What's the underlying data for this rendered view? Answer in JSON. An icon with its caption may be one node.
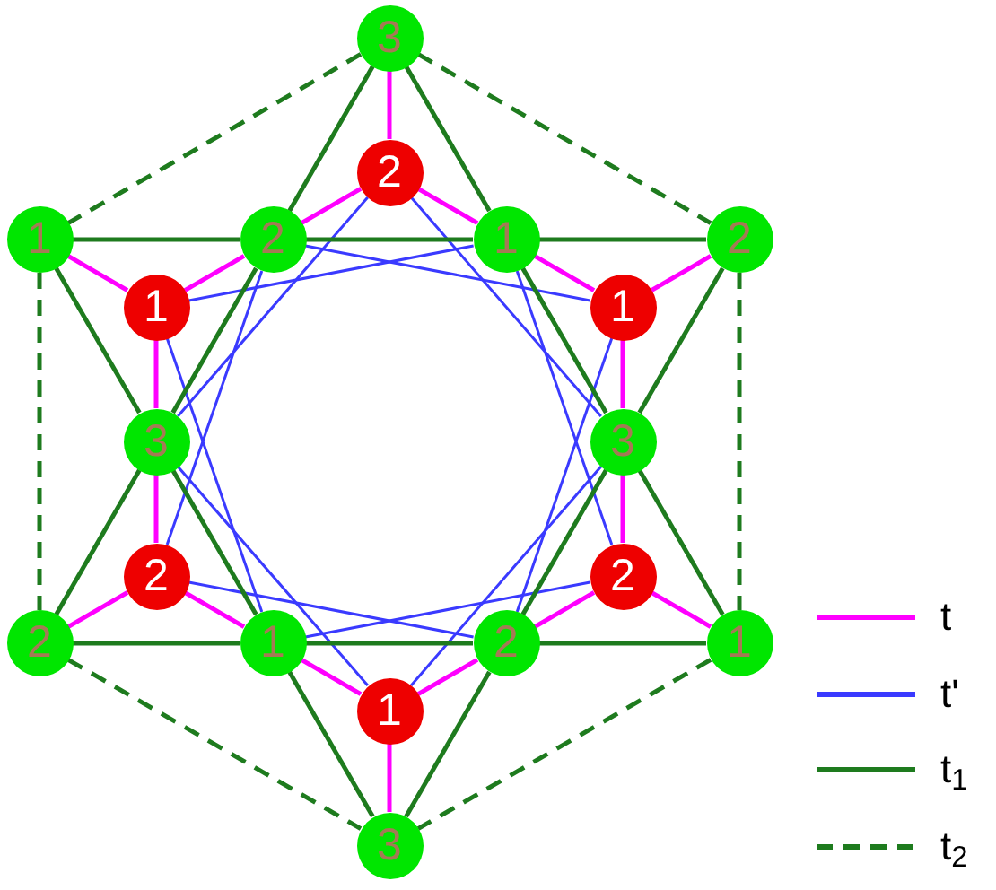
{
  "diagram": {
    "nodes": [
      {
        "text": [
          "3"
        ]
      },
      {
        "text": [
          "2"
        ]
      },
      {
        "text": [
          "1"
        ]
      },
      {
        "text": [
          "2"
        ]
      },
      {
        "text": [
          "1"
        ]
      },
      {
        "text": [
          "2"
        ]
      },
      {
        "text": [
          "1"
        ]
      },
      {
        "text": [
          "1"
        ]
      },
      {
        "text": [
          "3"
        ]
      },
      {
        "text": [
          "3"
        ]
      },
      {
        "text": [
          "2"
        ]
      },
      {
        "text": [
          "2"
        ]
      },
      {
        "text": [
          "2"
        ]
      },
      {
        "text": [
          "1"
        ]
      },
      {
        "text": [
          "2"
        ]
      },
      {
        "text": [
          "1"
        ]
      },
      {
        "text": [
          "1"
        ]
      },
      {
        "text": [
          "3"
        ]
      }
    ],
    "edges": [
      {
        "from": 0,
        "to": 1,
        "arrow": "none",
        "color": "#ff00ff"
      },
      {
        "from": 1,
        "to": 3,
        "arrow": "none",
        "color": "#ff00ff"
      },
      {
        "from": 1,
        "to": 4,
        "arrow": "none",
        "color": "#ff00ff"
      },
      {
        "from": 2,
        "to": 6,
        "arrow": "none",
        "color": "#ff00ff"
      },
      {
        "from": 6,
        "to": 3,
        "arrow": "none",
        "color": "#ff00ff"
      },
      {
        "from": 6,
        "to": 8,
        "arrow": "none",
        "color": "#ff00ff"
      },
      {
        "from": 8,
        "to": 10,
        "arrow": "none",
        "color": "#ff00ff"
      },
      {
        "from": 10,
        "to": 12,
        "arrow": "none",
        "color": "#ff00ff"
      },
      {
        "from": 10,
        "to": 13,
        "arrow": "none",
        "color": "#ff00ff"
      },
      {
        "from": 13,
        "to": 16,
        "arrow": "none",
        "color": "#ff00ff"
      },
      {
        "from": 16,
        "to": 14,
        "arrow": "none",
        "color": "#ff00ff"
      },
      {
        "from": 16,
        "to": 17,
        "arrow": "none",
        "color": "#ff00ff"
      },
      {
        "from": 14,
        "to": 11,
        "arrow": "none",
        "color": "#ff00ff"
      },
      {
        "from": 11,
        "to": 15,
        "arrow": "none",
        "color": "#ff00ff"
      },
      {
        "from": 11,
        "to": 9,
        "arrow": "none",
        "color": "#ff00ff"
      },
      {
        "from": 9,
        "to": 7,
        "arrow": "none",
        "color": "#ff00ff"
      },
      {
        "from": 7,
        "to": 4,
        "arrow": "none",
        "color": "#ff00ff"
      },
      {
        "from": 7,
        "to": 5,
        "arrow": "none",
        "color": "#ff00ff"
      },
      {
        "from": 1,
        "to": 8,
        "arrow": "none",
        "color": "#3a3aff"
      },
      {
        "from": 8,
        "to": 16,
        "arrow": "none",
        "color": "#3a3aff"
      },
      {
        "from": 16,
        "to": 9,
        "arrow": "none",
        "color": "#3a3aff"
      },
      {
        "from": 9,
        "to": 1,
        "arrow": "none",
        "color": "#3a3aff"
      },
      {
        "from": 7,
        "to": 3,
        "arrow": "none",
        "color": "#3a3aff"
      },
      {
        "from": 3,
        "to": 10,
        "arrow": "none",
        "color": "#3a3aff"
      },
      {
        "from": 10,
        "to": 14,
        "arrow": "none",
        "color": "#3a3aff"
      },
      {
        "from": 14,
        "to": 7,
        "arrow": "none",
        "color": "#3a3aff"
      },
      {
        "from": 4,
        "to": 6,
        "arrow": "none",
        "color": "#3a3aff"
      },
      {
        "from": 6,
        "to": 13,
        "arrow": "none",
        "color": "#3a3aff"
      },
      {
        "from": 13,
        "to": 11,
        "arrow": "none",
        "color": "#3a3aff"
      },
      {
        "from": 11,
        "to": 4,
        "arrow": "none",
        "color": "#3a3aff"
      },
      {
        "from": 0,
        "to": 3,
        "arrow": "none"
      },
      {
        "from": 3,
        "to": 8,
        "arrow": "none"
      },
      {
        "from": 8,
        "to": 12,
        "arrow": "none"
      },
      {
        "from": 0,
        "to": 4,
        "arrow": "none"
      },
      {
        "from": 4,
        "to": 9,
        "arrow": "none"
      },
      {
        "from": 9,
        "to": 15,
        "arrow": "none"
      },
      {
        "from": 12,
        "to": 13,
        "arrow": "none"
      },
      {
        "from": 13,
        "to": 14,
        "arrow": "none"
      },
      {
        "from": 14,
        "to": 15,
        "arrow": "none"
      },
      {
        "from": 17,
        "to": 13,
        "arrow": "none"
      },
      {
        "from": 13,
        "to": 8,
        "arrow": "none"
      },
      {
        "from": 8,
        "to": 2,
        "arrow": "none"
      },
      {
        "from": 17,
        "to": 14,
        "arrow": "none"
      },
      {
        "from": 14,
        "to": 9,
        "arrow": "none"
      },
      {
        "from": 9,
        "to": 5,
        "arrow": "none"
      },
      {
        "from": 2,
        "to": 3,
        "arrow": "none"
      },
      {
        "from": 3,
        "to": 4,
        "arrow": "none"
      },
      {
        "from": 4,
        "to": 5,
        "arrow": "none"
      },
      {
        "from": 0,
        "to": 2,
        "arrow": "none",
        "style": "dashed"
      },
      {
        "from": 0,
        "to": 5,
        "arrow": "none",
        "style": "dashed"
      },
      {
        "from": 2,
        "to": 12,
        "arrow": "none",
        "style": "dashed"
      },
      {
        "from": 5,
        "to": 15,
        "arrow": "none",
        "style": "dashed"
      },
      {
        "from": 12,
        "to": 17,
        "arrow": "none",
        "style": "dashed"
      },
      {
        "from": 15,
        "to": 17,
        "arrow": "none",
        "style": "dashed"
      }
    ],
    "legend": [
      {
        "text": "t"
      },
      {
        "text": "t'"
      },
      {
        "text": "t$_{1}$"
      },
      {
        "text": "t$_{2}$"
      }
    ]
  }
}
